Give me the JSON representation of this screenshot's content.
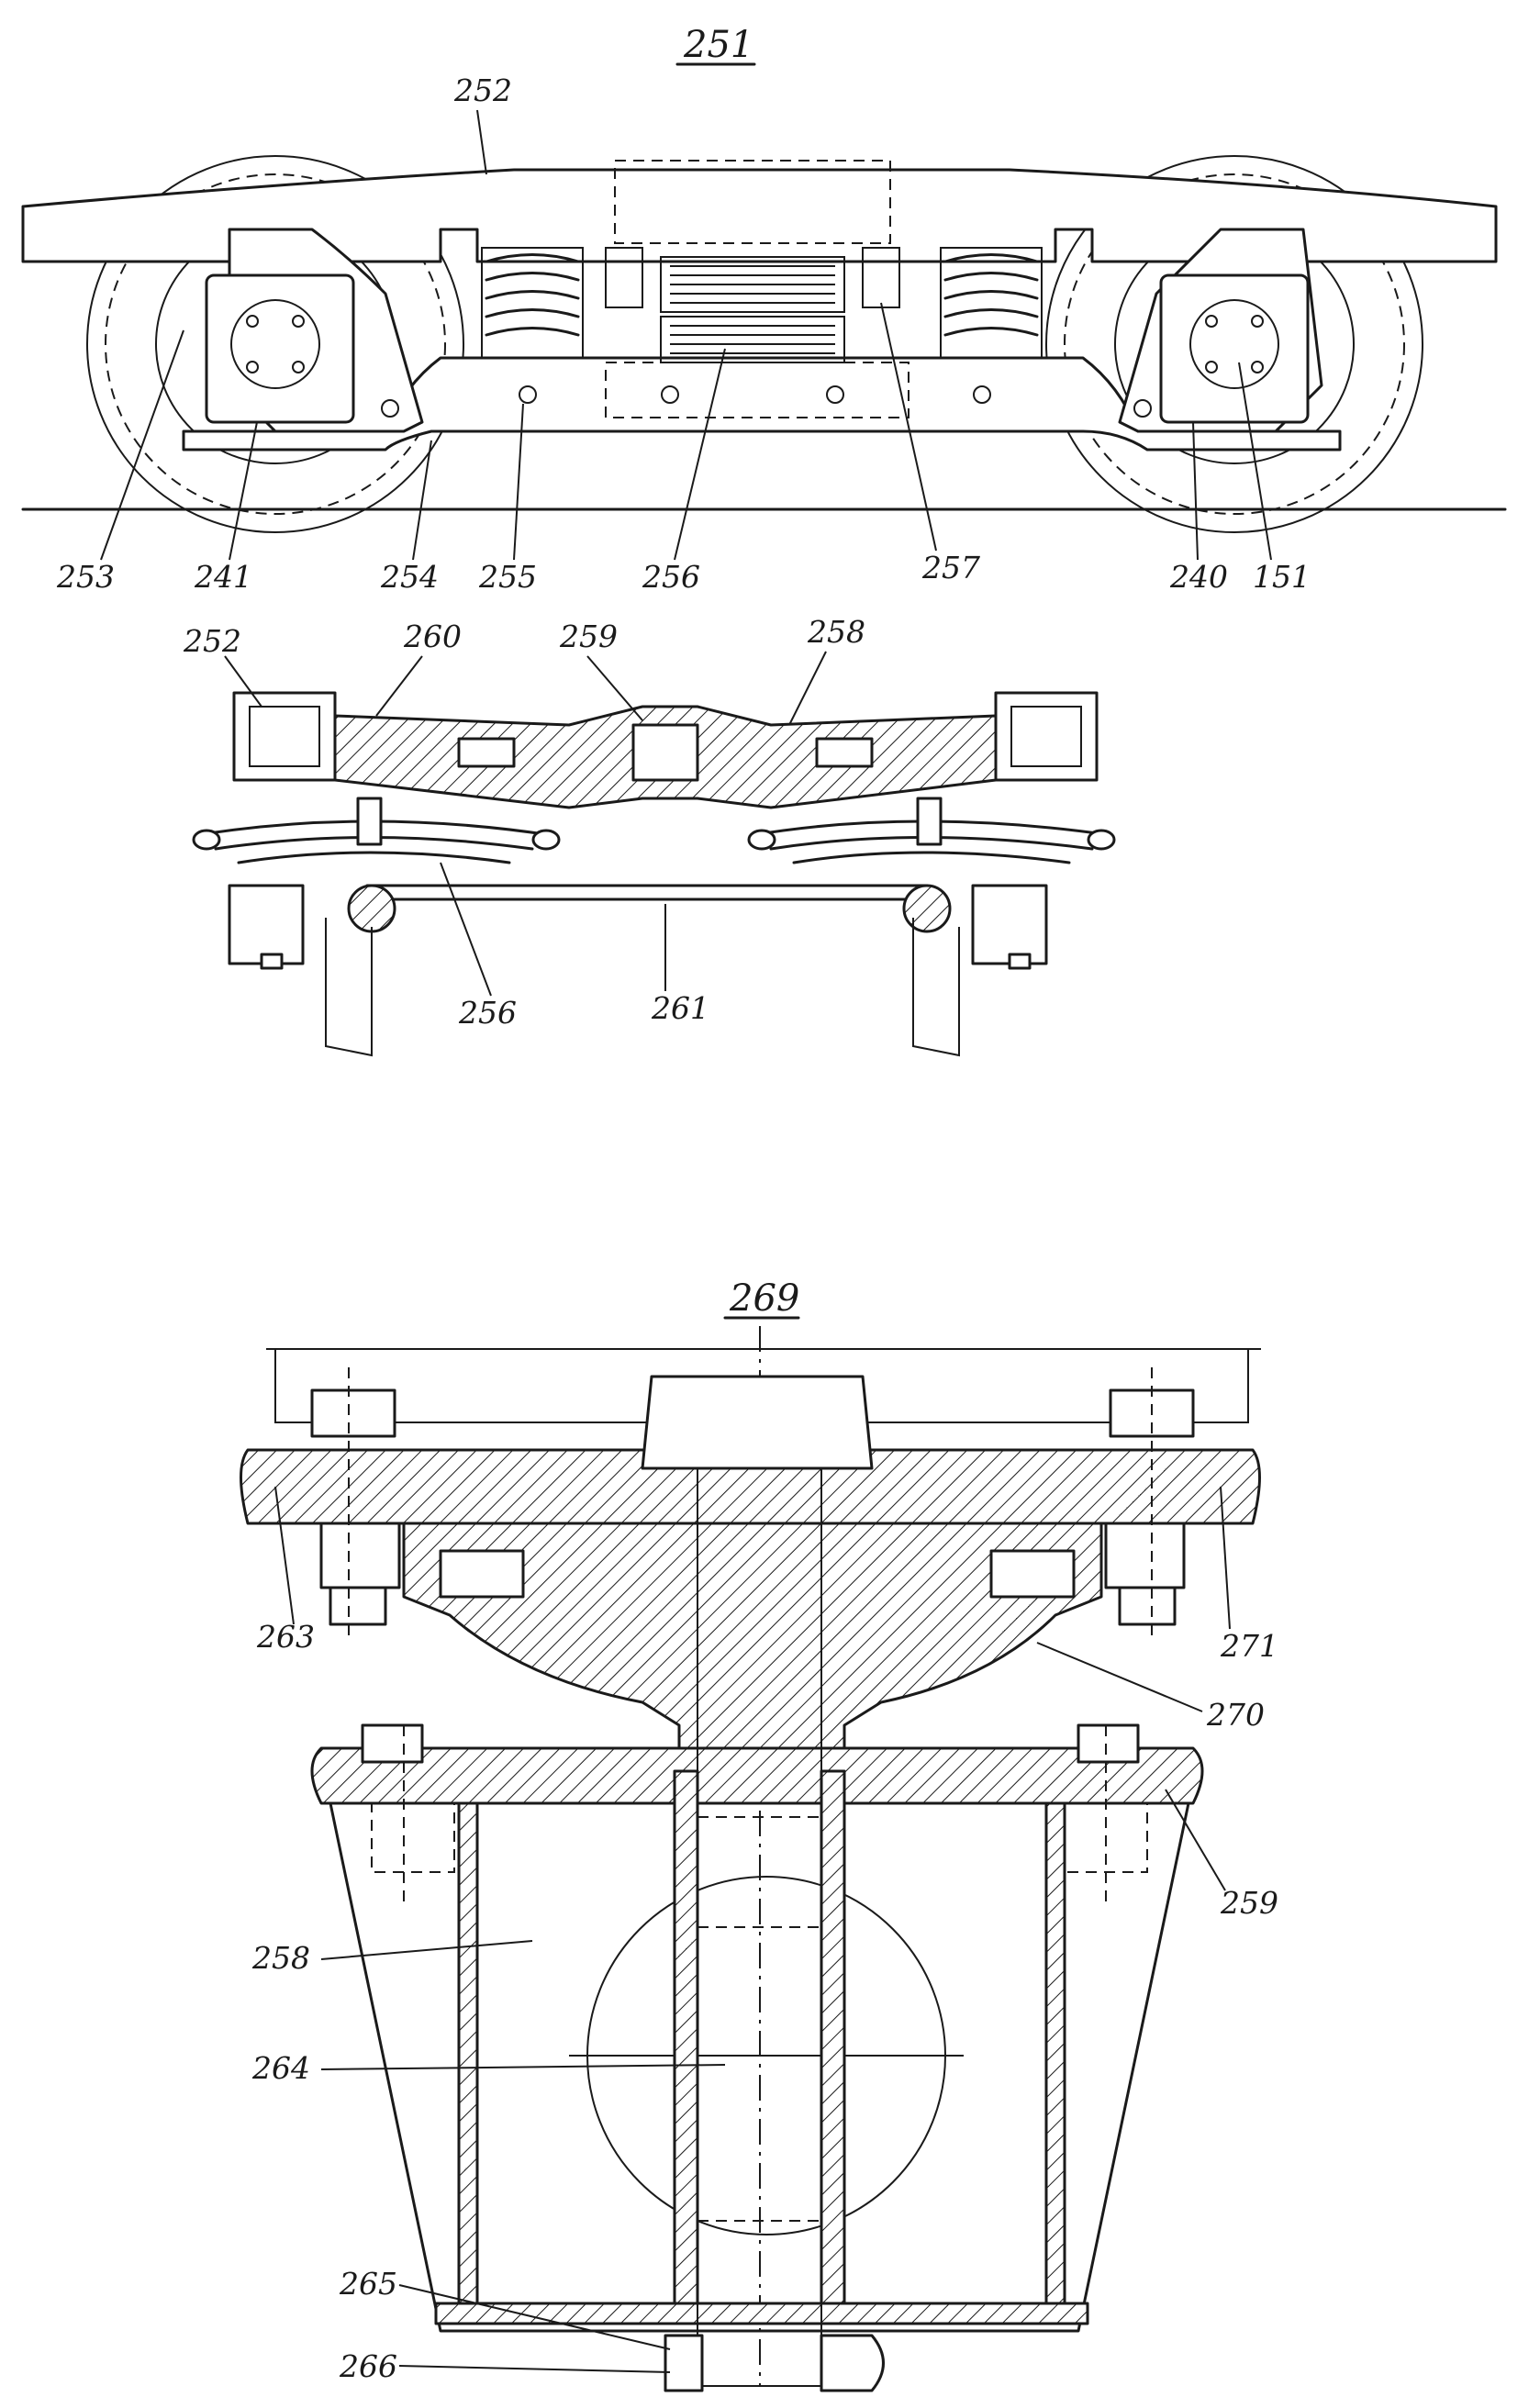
{
  "figures": [
    {
      "id": "251",
      "title": "251",
      "callouts_side_view": [
        "252",
        "253",
        "241",
        "254",
        "255",
        "256",
        "257",
        "240",
        "151"
      ],
      "callouts_section_view": [
        "252",
        "260",
        "259",
        "258",
        "256",
        "261"
      ]
    },
    {
      "id": "269",
      "title": "269",
      "callouts": [
        "263",
        "271",
        "270",
        "259",
        "258",
        "264",
        "265",
        "266"
      ]
    }
  ],
  "colors": {
    "ink": "#1a1a1a",
    "paper": "#ffffff"
  }
}
